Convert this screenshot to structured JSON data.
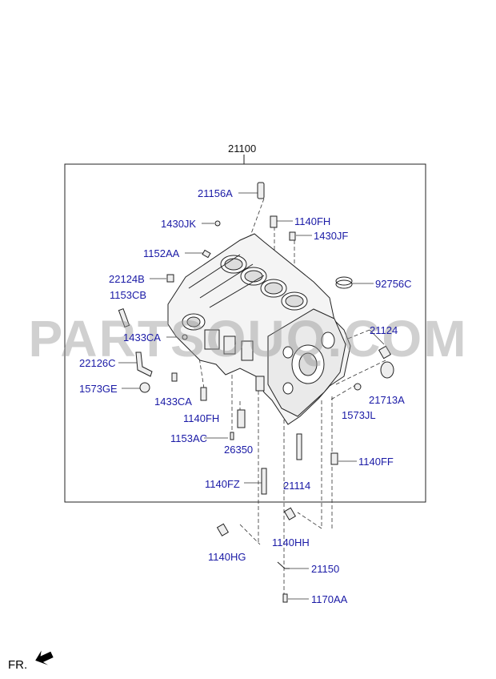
{
  "assembly_number": "21100",
  "watermark": "PARTSOUQ.COM",
  "direction_label": "FR.",
  "colors": {
    "label": "#1a1aa6",
    "line": "#222222",
    "watermark": "#969696"
  },
  "parts": [
    {
      "id": "p21156A",
      "code": "21156A"
    },
    {
      "id": "p1430JK",
      "code": "1430JK"
    },
    {
      "id": "p1140FH_top",
      "code": "1140FH"
    },
    {
      "id": "p1430JF",
      "code": "1430JF"
    },
    {
      "id": "p1152AA",
      "code": "1152AA"
    },
    {
      "id": "p22124B",
      "code": "22124B"
    },
    {
      "id": "p92756C",
      "code": "92756C"
    },
    {
      "id": "p1153CB",
      "code": "1153CB"
    },
    {
      "id": "p1433CA_a",
      "code": "1433CA"
    },
    {
      "id": "p21124",
      "code": "21124"
    },
    {
      "id": "p22126C",
      "code": "22126C"
    },
    {
      "id": "p1573GE",
      "code": "1573GE"
    },
    {
      "id": "p1433CA_b",
      "code": "1433CA"
    },
    {
      "id": "p21713A",
      "code": "21713A"
    },
    {
      "id": "p1140FH_bot",
      "code": "1140FH"
    },
    {
      "id": "p1573JL",
      "code": "1573JL"
    },
    {
      "id": "p1153AC",
      "code": "1153AC"
    },
    {
      "id": "p26350",
      "code": "26350"
    },
    {
      "id": "p1140FF",
      "code": "1140FF"
    },
    {
      "id": "p1140FZ",
      "code": "1140FZ"
    },
    {
      "id": "p21114",
      "code": "21114"
    },
    {
      "id": "p1140HH",
      "code": "1140HH"
    },
    {
      "id": "p1140HG",
      "code": "1140HG"
    },
    {
      "id": "p21150",
      "code": "21150"
    },
    {
      "id": "p1170AA",
      "code": "1170AA"
    }
  ]
}
